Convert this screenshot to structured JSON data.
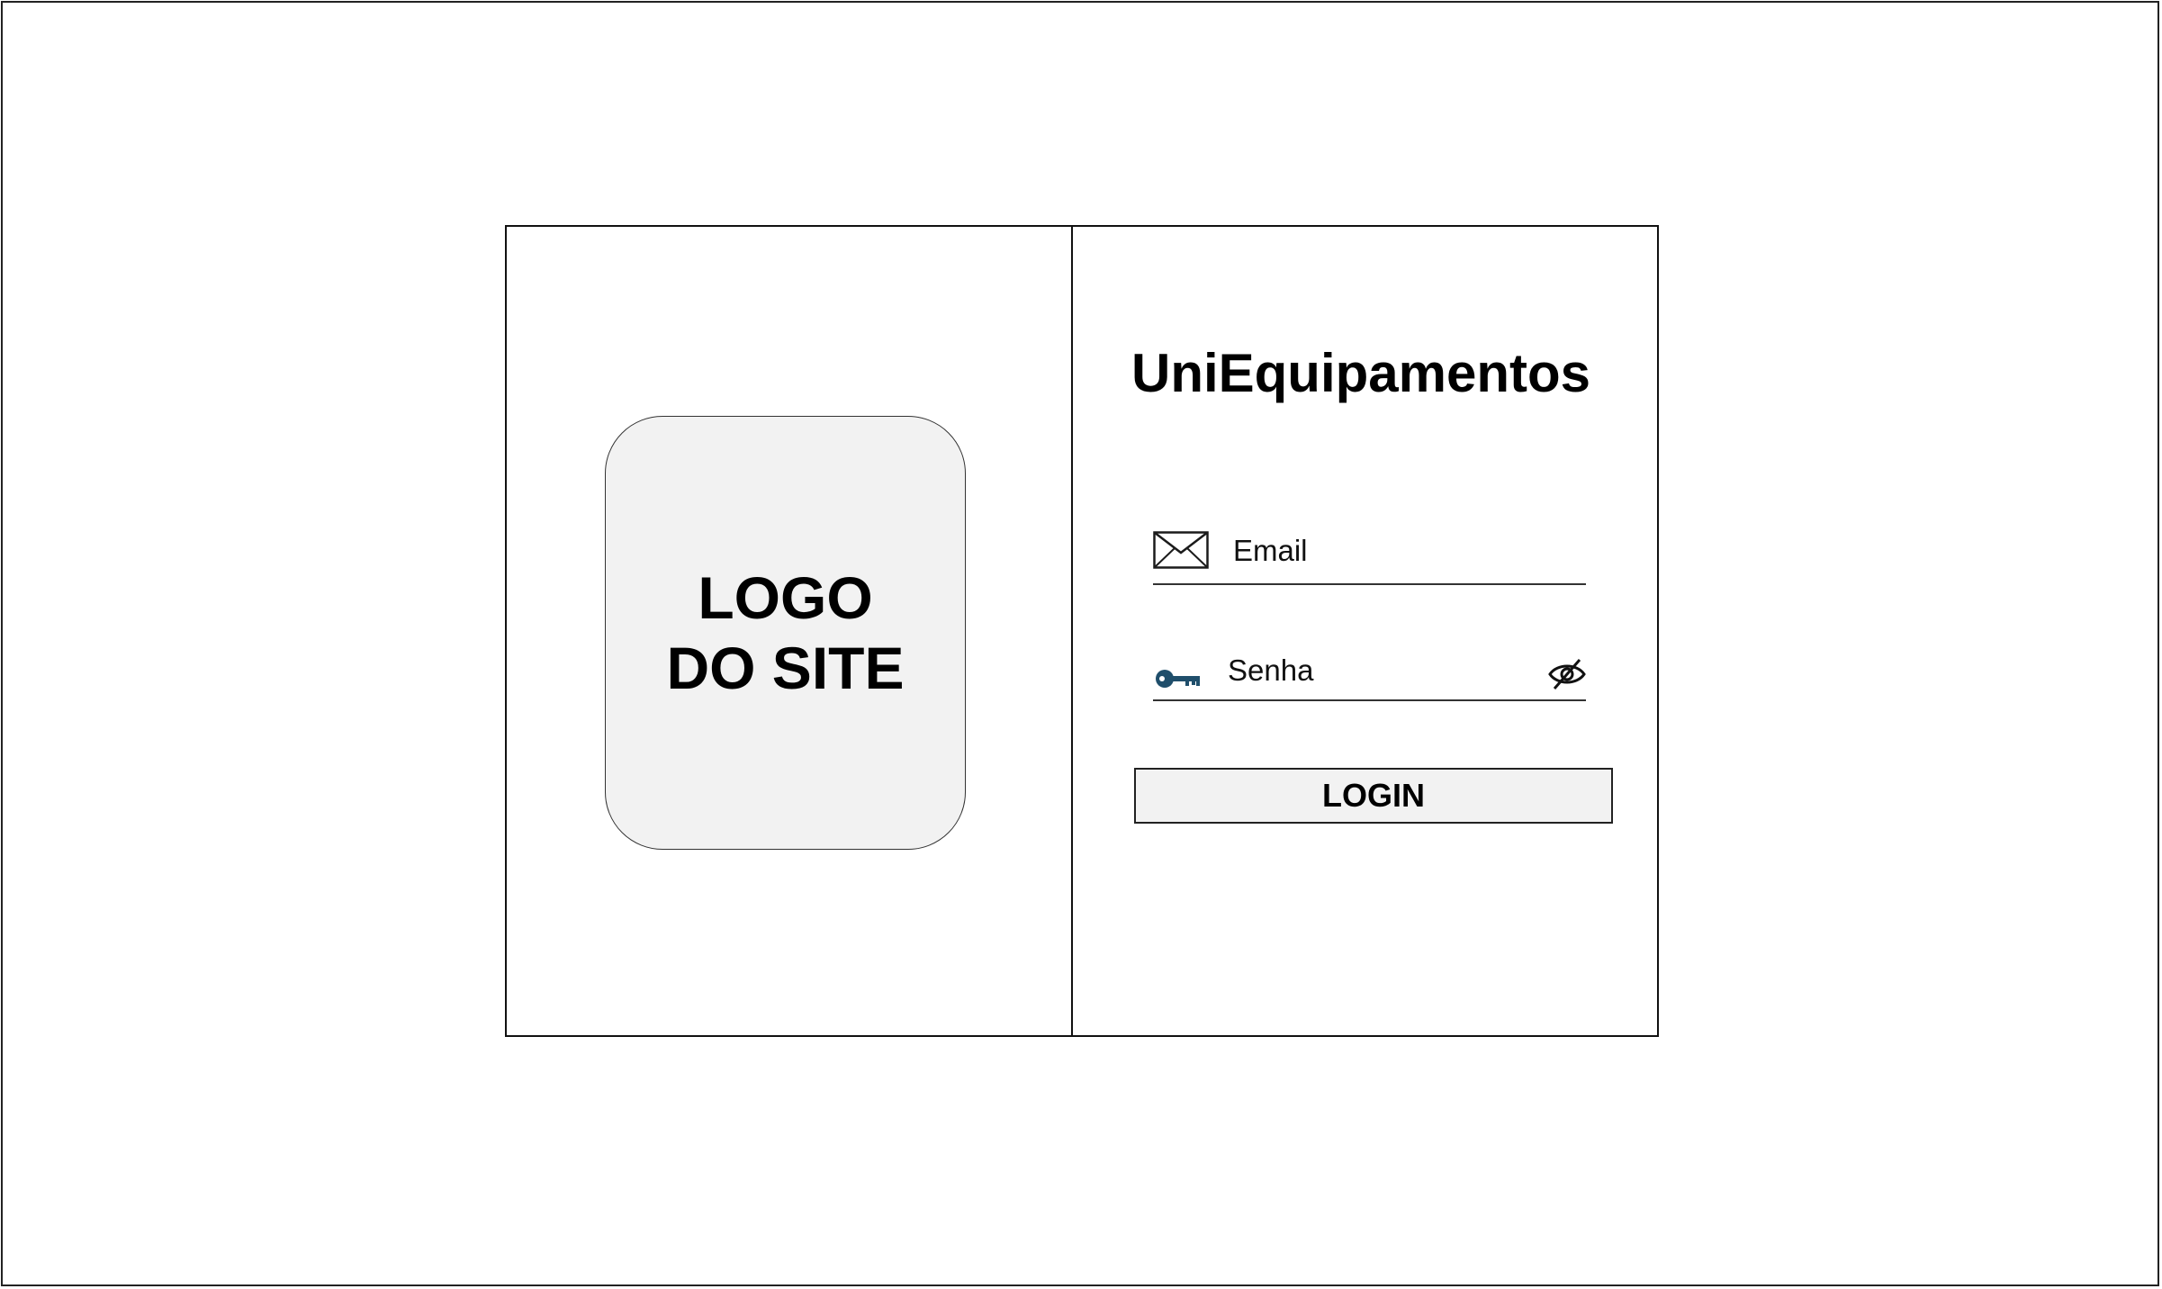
{
  "logo": {
    "text": "LOGO\nDO SITE"
  },
  "app": {
    "title": "UniEquipamentos"
  },
  "email_field": {
    "placeholder": "Email",
    "value": "",
    "icon": "envelope-icon"
  },
  "password_field": {
    "placeholder": "Senha",
    "value": "",
    "icon": "key-icon",
    "toggle_icon": "eye-slash-icon"
  },
  "login_button": {
    "label": "LOGIN"
  },
  "colors": {
    "border": "#111111",
    "logo_fill": "#f2f2f2",
    "button_fill": "#f2f2f2",
    "key_icon": "#1f4e6b"
  }
}
